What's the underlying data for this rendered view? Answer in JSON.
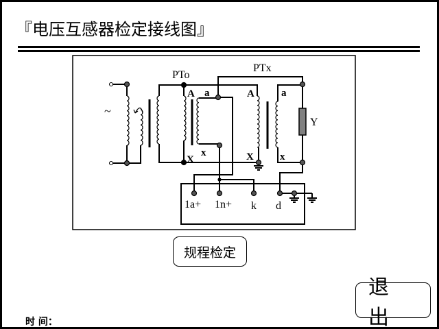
{
  "title": "『电压互感器检定接线图』",
  "diagram": {
    "pt_standard": "PTo",
    "pt_test": "PTx",
    "terminal_A1": "A",
    "terminal_X1": "X",
    "terminal_a1": "a",
    "terminal_x1": "x",
    "terminal_A2": "A",
    "terminal_X2": "X",
    "terminal_a2": "a",
    "terminal_x2": "x",
    "load": "Y",
    "ac_symbol": "~",
    "instrument_terminals": [
      "1a+",
      "1n+",
      "k",
      "d"
    ]
  },
  "buttons": {
    "check": "规程检定",
    "exit": "退 出"
  },
  "footer": {
    "time_label": "时 间："
  },
  "colors": {
    "line": "#000000",
    "node": "#555555",
    "load": "#808080"
  }
}
